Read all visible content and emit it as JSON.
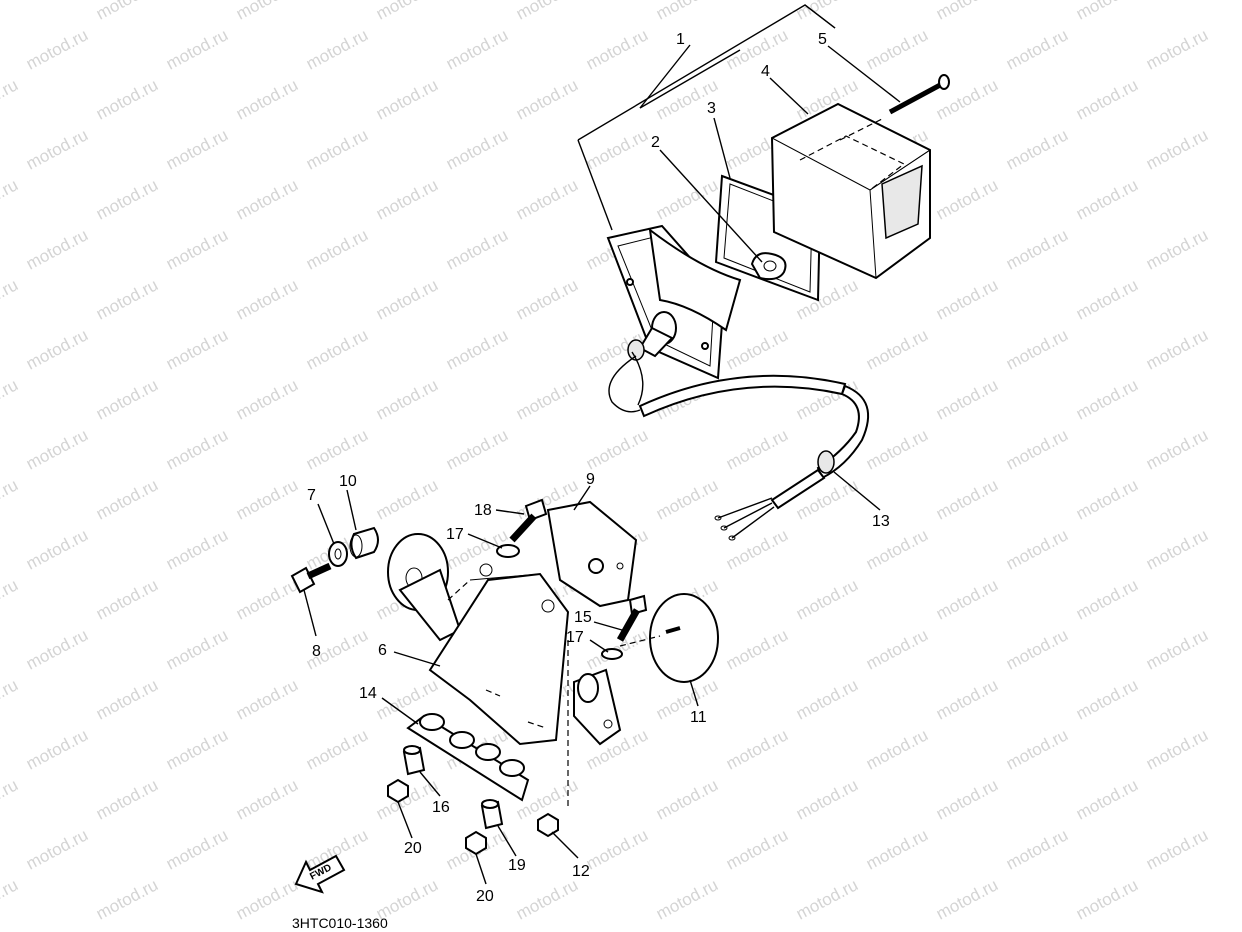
{
  "watermark": "motod.ru",
  "drawing_code": "3HTC010-1360",
  "fwd_label": "FWD",
  "callouts": [
    "1",
    "2",
    "3",
    "4",
    "5",
    "6",
    "7",
    "8",
    "9",
    "10",
    "11",
    "12",
    "13",
    "14",
    "15",
    "16",
    "17",
    "17",
    "18",
    "19",
    "20",
    "20"
  ]
}
